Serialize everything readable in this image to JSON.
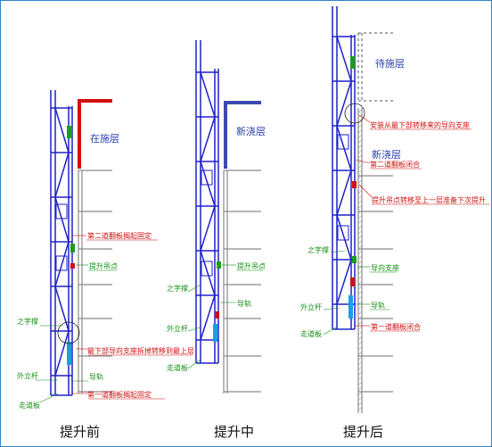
{
  "panels": [
    {
      "caption": "提升前",
      "floor_label": "在施层",
      "red_labels": [
        "第二道翻板搁起固定",
        "最下部导向支座拆掉转移到最上层",
        "第一道翻板搁起固定"
      ],
      "green_labels": [
        "提升吊点",
        "之字撑",
        "外立杆",
        "导轨",
        "走道板"
      ]
    },
    {
      "caption": "提升中",
      "floor_label": "新浇层",
      "green_labels": [
        "之字撑",
        "提升吊点",
        "外立杆",
        "导轨",
        "走道板"
      ]
    },
    {
      "caption": "提升后",
      "floor_label": "新浇层",
      "top_label": "待施层",
      "red_labels": [
        "安装从最下部转移来的导向支座",
        "第二道翻板闭合",
        "提升吊点转移至上一层准备下次提升",
        "第一道翻板闭合"
      ],
      "green_labels": [
        "之字撑",
        "导向支座",
        "外立杆",
        "导轨",
        "走道板"
      ]
    }
  ],
  "colors": {
    "frame": "#1e22c8",
    "slab": "#8a8a8a",
    "label_red": "#d01010",
    "label_green": "#129012",
    "label_blue": "#2a3ea8",
    "border": "#2f86c9"
  }
}
